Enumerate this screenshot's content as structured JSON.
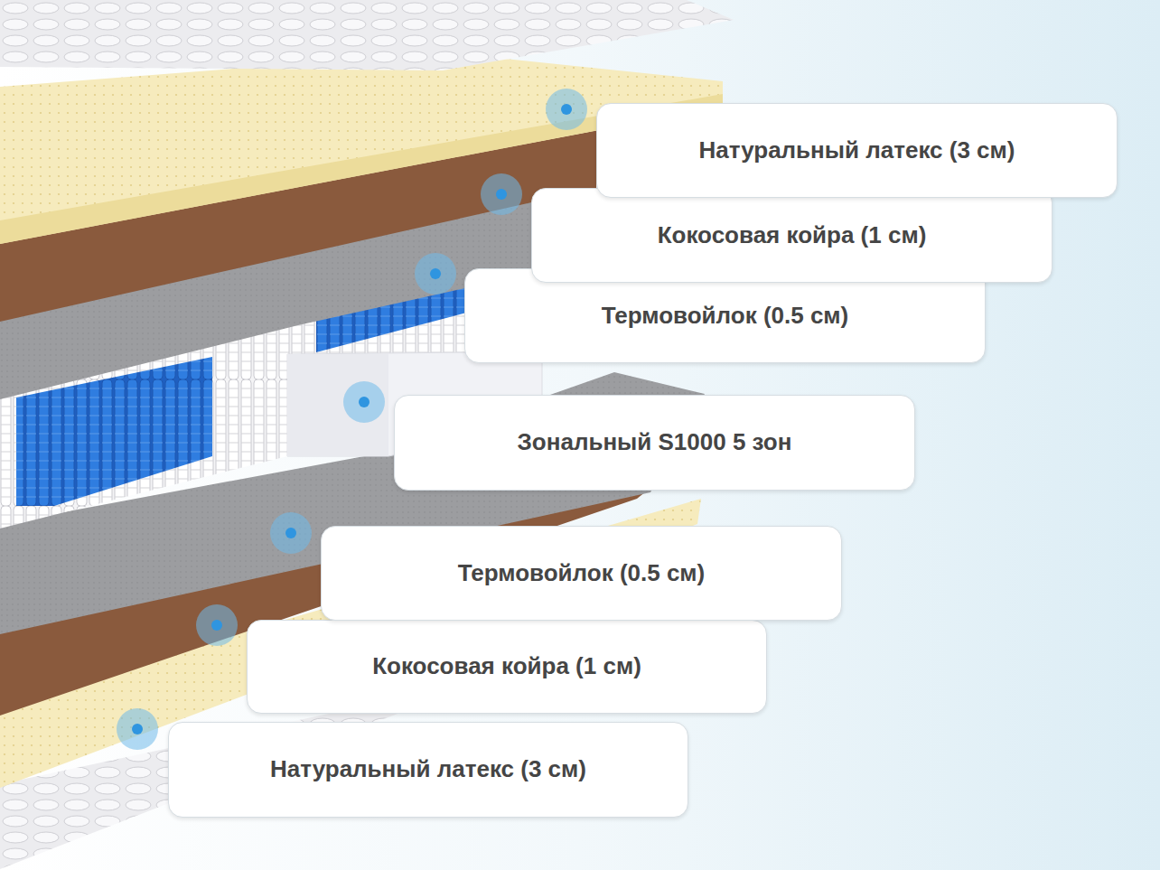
{
  "diagram": {
    "nodes": [
      {
        "text": [
          "Натуральный латекс (3 см)"
        ]
      },
      {
        "text": [
          "Кокосовая койра (1 см)"
        ]
      },
      {
        "text": [
          "Термовойлок (0.5 см)"
        ]
      },
      {
        "text": [
          "Зональный S1000 5 зон"
        ]
      },
      {
        "text": [
          "Термовойлок (0.5 см)"
        ]
      },
      {
        "text": [
          "Кокосовая койра (1 см)"
        ]
      },
      {
        "text": [
          "Натуральный латекс (3 см)"
        ]
      }
    ]
  }
}
